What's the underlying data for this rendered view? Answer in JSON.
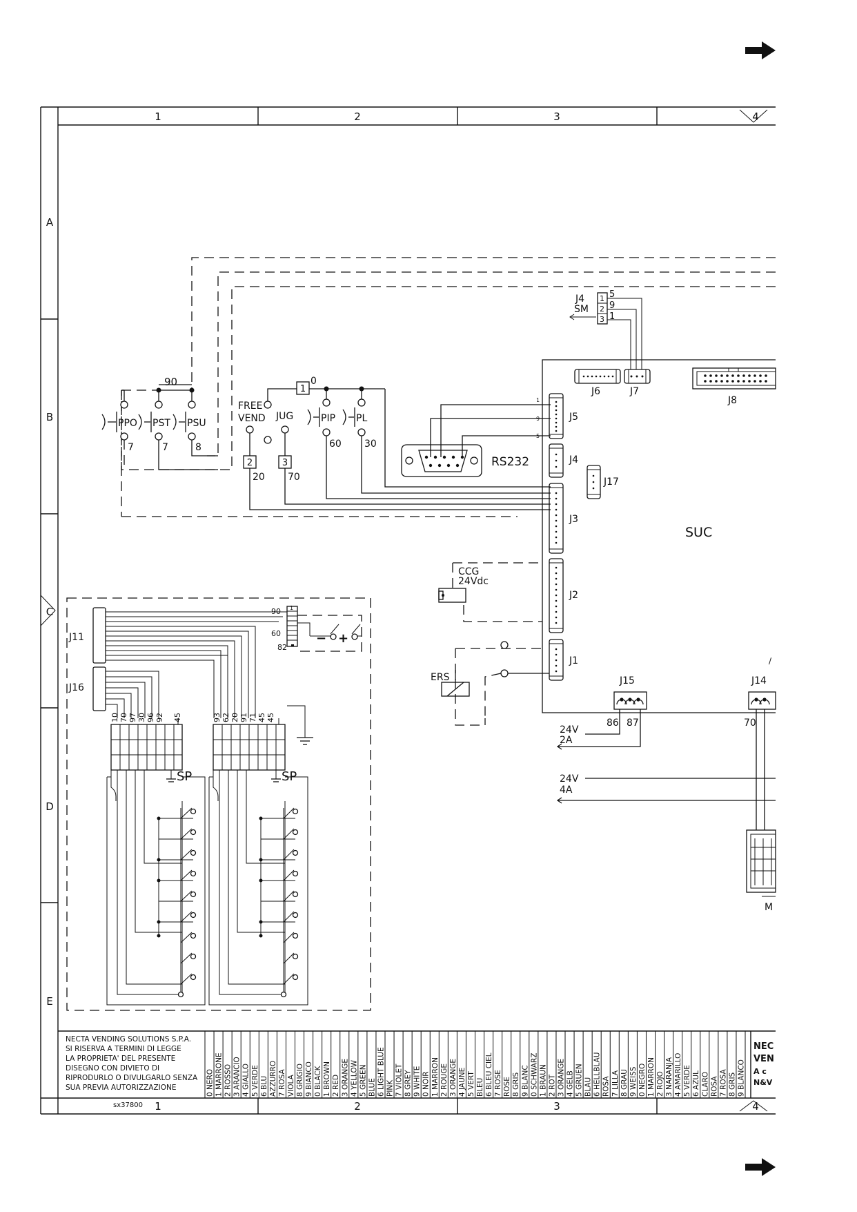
{
  "grid": {
    "columns": [
      "1",
      "2",
      "3",
      "4"
    ],
    "rows": [
      "A",
      "B",
      "C",
      "D",
      "E"
    ],
    "footer_columns": [
      "1",
      "2",
      "3",
      "4"
    ]
  },
  "labels": {
    "sm_connector": "J4",
    "sm_sub": "SM",
    "sm_pins": [
      "5",
      "9",
      "1"
    ],
    "sm_pin_numbers": [
      "1",
      "2",
      "3"
    ],
    "node_90": "90",
    "node_0": "0",
    "box_1": "1",
    "box_2": "2",
    "box_3": "3",
    "ppo": "PPO",
    "pst": "PST",
    "psu": "PSU",
    "free": "FREE",
    "vend": "VEND",
    "jug": "JUG",
    "pip": "PIP",
    "pl": "PL",
    "w7a": "7",
    "w7b": "7",
    "w8": "8",
    "w20": "20",
    "w70": "70",
    "w60": "60",
    "w30": "30",
    "rs232": "RS232",
    "j5": "J5",
    "j4": "J4",
    "j3": "J3",
    "j2": "J2",
    "j1": "J1",
    "j6": "J6",
    "j7": "J7",
    "j8": "J8",
    "j17": "J17",
    "j15": "J15",
    "j14": "J14",
    "suc": "SUC",
    "j5_pin1": "1",
    "j5_pin9": "9",
    "j5_pin5": "5",
    "ccg": "CCG",
    "ccg_v": "24Vdc",
    "ers": "ERS",
    "j11": "J11",
    "j16": "J16",
    "sw_90": "90",
    "sw_60": "60",
    "sw_82": "82",
    "minus": "−",
    "plus": "+",
    "sp1": "SP",
    "sp2": "SP",
    "t86": "86",
    "t87": "87",
    "t70": "70",
    "v24a": "24V",
    "a2": "2A",
    "v24b": "24V",
    "a4": "4A",
    "m_partial": "M",
    "terminal_left": [
      "10",
      "70",
      "97",
      "30",
      "96",
      "92",
      "",
      "45"
    ],
    "terminal_right": [
      "93",
      "62",
      "20",
      "91",
      "71",
      "45",
      "45",
      ""
    ]
  },
  "title_block": {
    "notice": [
      "NECTA VENDING SOLUTIONS S.P.A.",
      "SI RISERVA A TERMINI DI LEGGE",
      "LA PROPRIETA' DEL PRESENTE",
      "DISEGNO CON DIVIETO DI",
      "RIPRODURLO O DIVULGARLO SENZA",
      "SUA PREVIA AUTORIZZAZIONE"
    ],
    "drawing_code": "sx37800",
    "company_partial": [
      "NEC",
      "VEN",
      "A c",
      "N&V"
    ],
    "color_columns": [
      [
        "0 NERO",
        "1 MARRONE",
        "2 ROSSO",
        "3 ARANCIO",
        "4 GIALLO",
        "5 VERDE",
        "6 BLU",
        "AZZURRO",
        "7 ROSA",
        "VIOLA",
        "8 GRIGIO",
        "9 BIANCO"
      ],
      [
        "0 BLACK",
        "1 BROWN",
        "2 RED",
        "3 ORANGE",
        "4 YELLOW",
        "5 GREEN",
        "BLUE",
        "6 LIGHT BLUE",
        "PINK",
        "7 VIOLET",
        "8 GREY",
        "9 WHITE"
      ],
      [
        "0 NOIR",
        "1 MARRON",
        "2 ROUGE",
        "3 ORANGE",
        "4 JAUNE",
        "5 VERT",
        "BLEU",
        "6 BLEU CIEL",
        "7 ROSE",
        "ROSE",
        "8 GRIS",
        "9 BLANC"
      ],
      [
        "0 SCHWARZ",
        "1 BRAUN",
        "2 ROT",
        "3 ORANGE",
        "4 GELB",
        "5 GRUEN",
        "BLAU",
        "6 HELLBLAU",
        "ROSA",
        "7 LILLA",
        "8 GRAU",
        "9 WEISS"
      ],
      [
        "0 NEGRO",
        "1 MARRON",
        "2 ROJO",
        "3 NARANJA",
        "4 AMARILLO",
        "5 VERDE",
        "6 AZUL",
        "CLARO",
        "ROSA",
        "7 ROSA",
        "8 GRIS",
        "9 BLANCO"
      ]
    ]
  }
}
